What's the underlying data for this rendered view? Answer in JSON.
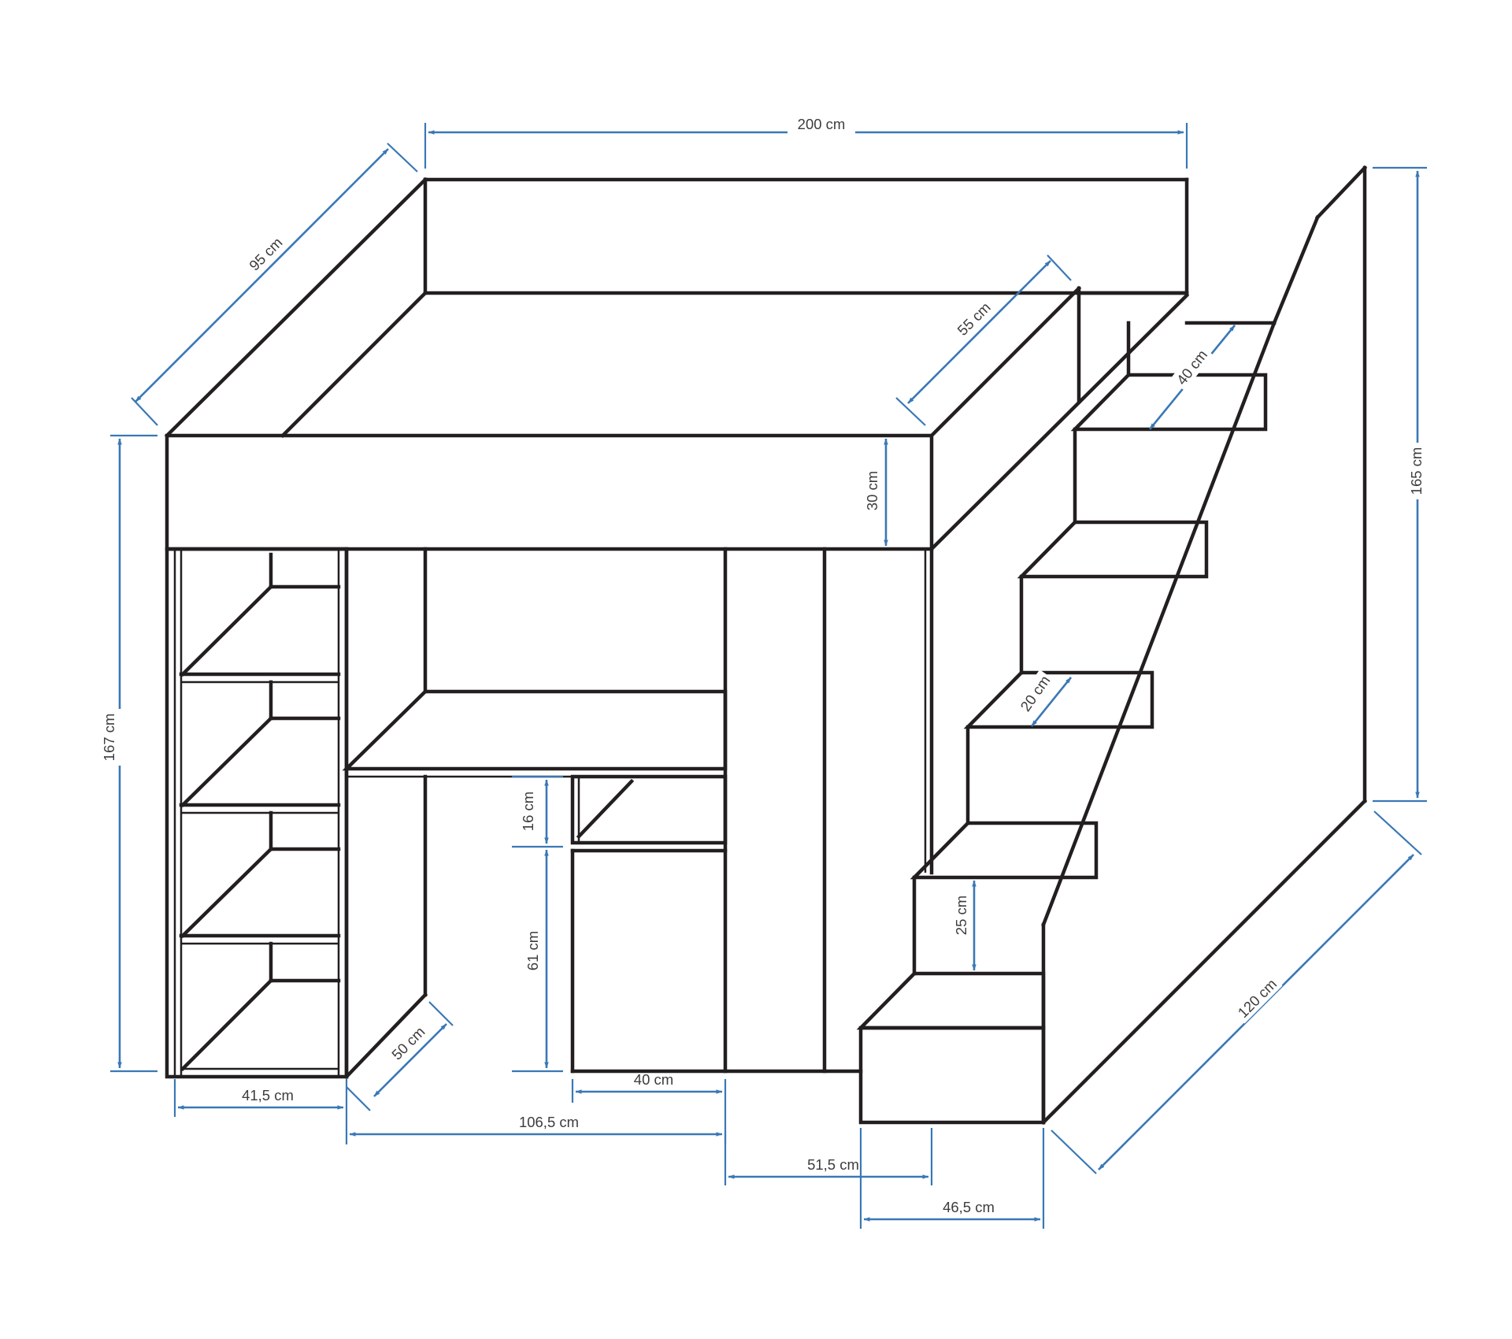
{
  "dimensions": {
    "width_top": "200 cm",
    "depth_left": "95 cm",
    "guard_depth": "55 cm",
    "stair_top_step": "40 cm",
    "total_height_right": "165 cm",
    "total_height_left": "167 cm",
    "guard_height": "30 cm",
    "step_depth": "20 cm",
    "drawer_height": "16 cm",
    "cabinet_height": "61 cm",
    "step_height": "25 cm",
    "shelf_depth": "50 cm",
    "stair_length": "120 cm",
    "shelf_width": "41,5 cm",
    "cabinet_width": "40 cm",
    "desk_width": "106,5 cm",
    "wardrobe_width": "51,5 cm",
    "stair_width": "46,5 cm"
  },
  "colors": {
    "structure": "#231f20",
    "dimension": "#3a78b5",
    "label": "#3c3c3c",
    "background": "#ffffff"
  }
}
